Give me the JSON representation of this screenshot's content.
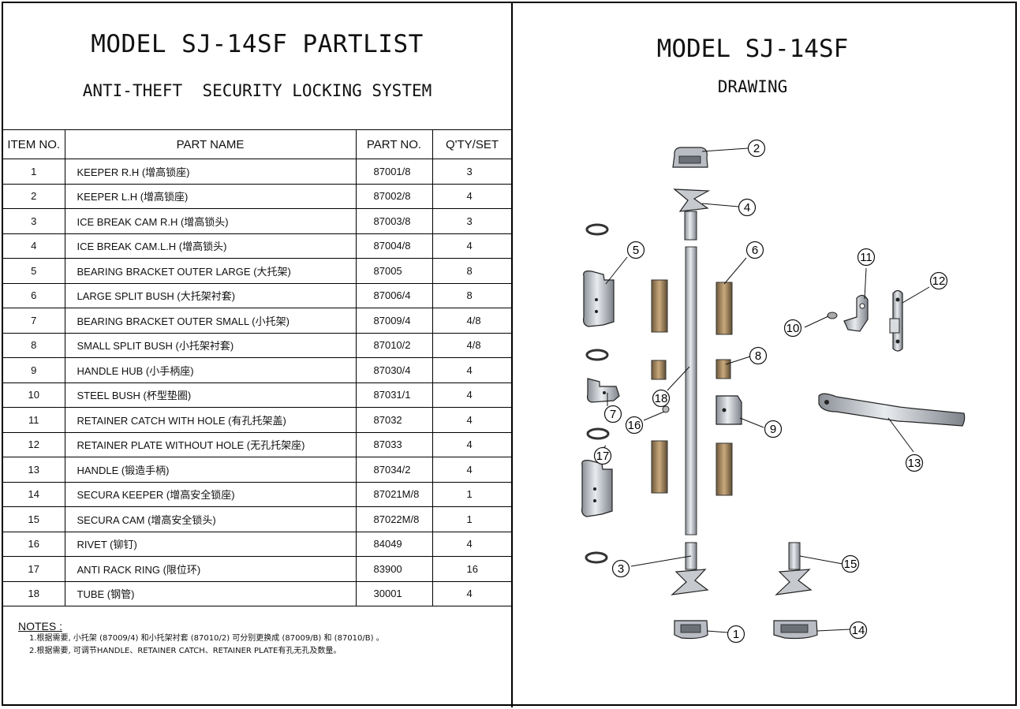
{
  "left": {
    "title": "MODEL SJ-14SF PARTLIST",
    "subtitle": "ANTI-THEFT  SECURITY LOCKING SYSTEM"
  },
  "table": {
    "headers": [
      "ITEM NO.",
      "PART NAME",
      "PART NO.",
      "Q'TY/SET"
    ],
    "rows": [
      {
        "item": "1",
        "name": "KEEPER R.H  (增高锁座)",
        "part": "87001/8",
        "qty": "3"
      },
      {
        "item": "2",
        "name": "KEEPER L.H  (增高锁座)",
        "part": "87002/8",
        "qty": "4"
      },
      {
        "item": "3",
        "name": "ICE BREAK CAM R.H  (增高锁头)",
        "part": "87003/8",
        "qty": "3"
      },
      {
        "item": "4",
        "name": "ICE BREAK CAM.L.H  (增高锁头)",
        "part": "87004/8",
        "qty": "4"
      },
      {
        "item": "5",
        "name": "BEARING BRACKET OUTER LARGE  (大托架)",
        "part": "87005",
        "qty": "8"
      },
      {
        "item": "6",
        "name": "LARGE SPLIT BUSH  (大托架衬套)",
        "part": "87006/4",
        "qty": "8"
      },
      {
        "item": "7",
        "name": "BEARING BRACKET OUTER SMALL  (小托架)",
        "part": "87009/4",
        "qty": "4/8"
      },
      {
        "item": "8",
        "name": "SMALL SPLIT BUSH  (小托架衬套)",
        "part": "87010/2",
        "qty": "4/8"
      },
      {
        "item": "9",
        "name": "HANDLE HUB  (小手柄座)",
        "part": "87030/4",
        "qty": "4"
      },
      {
        "item": "10",
        "name": "STEEL BUSH  (杯型垫圈)",
        "part": "87031/1",
        "qty": "4"
      },
      {
        "item": "11",
        "name": "RETAINER CATCH WITH HOLE  (有孔托架盖)",
        "part": "87032",
        "qty": "4"
      },
      {
        "item": "12",
        "name": "RETAINER PLATE WITHOUT HOLE  (无孔托架座)",
        "part": "87033",
        "qty": "4"
      },
      {
        "item": "13",
        "name": "HANDLE  (锻造手柄)",
        "part": "87034/2",
        "qty": "4"
      },
      {
        "item": "14",
        "name": "SECURA  KEEPER  (增高安全锁座)",
        "part": "87021M/8",
        "qty": "1"
      },
      {
        "item": "15",
        "name": "SECURA  CAM  (增高安全锁头)",
        "part": "87022M/8",
        "qty": "1"
      },
      {
        "item": "16",
        "name": "RIVET  (铆钉)",
        "part": "84049",
        "qty": "4"
      },
      {
        "item": "17",
        "name": "ANTI RACK RING  (限位环)",
        "part": "83900",
        "qty": "16"
      },
      {
        "item": "18",
        "name": "TUBE  (钢管)",
        "part": "30001",
        "qty": "4"
      }
    ]
  },
  "notes": {
    "heading": "NOTES :",
    "lines": [
      "1.根据需要, 小托架 (87009/4) 和小托架衬套 (87010/2) 可分别更换成 (87009/B) 和 (87010/B) 。",
      "2.根据需要, 可调节HANDLE、RETAINER CATCH、RETAINER PLATE有孔无孔及数量。"
    ]
  },
  "right": {
    "title": "MODEL SJ-14SF",
    "subtitle": "DRAWING"
  },
  "drawing": {
    "callouts": [
      "1",
      "2",
      "3",
      "4",
      "5",
      "6",
      "7",
      "8",
      "9",
      "10",
      "11",
      "12",
      "13",
      "14",
      "15",
      "16",
      "17",
      "18"
    ]
  }
}
